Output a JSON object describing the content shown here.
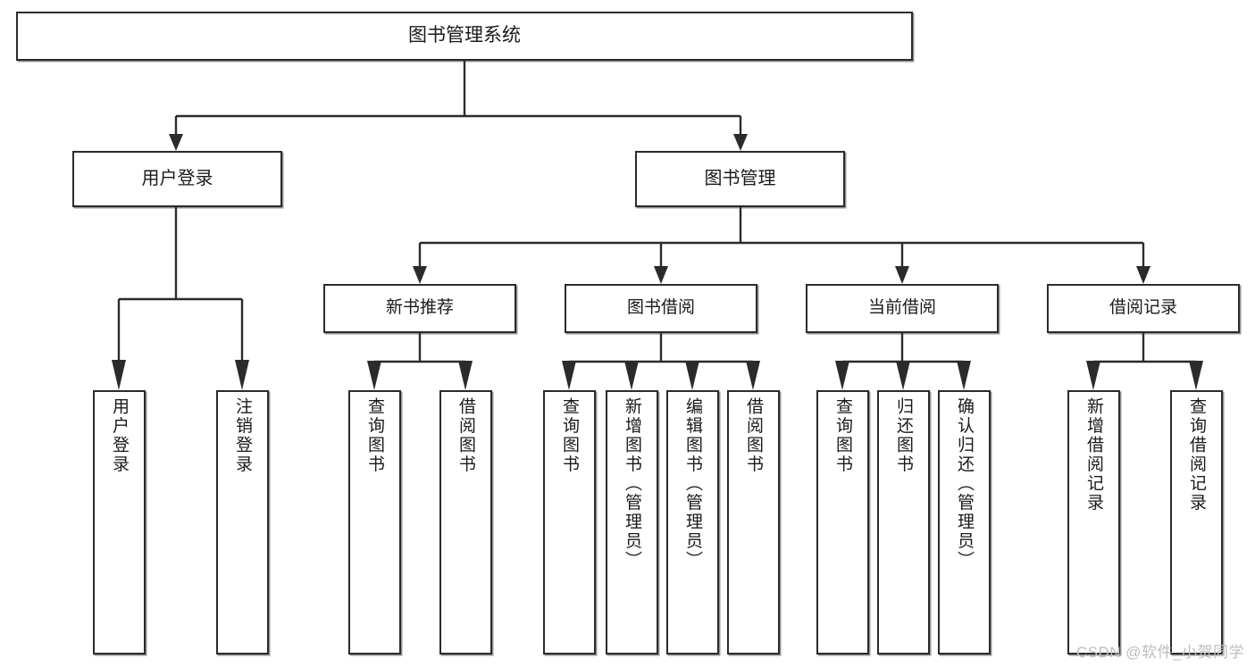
{
  "diagram": {
    "title": "图书管理系统",
    "type": "tree-structure-chart",
    "root": {
      "label": "图书管理系统"
    },
    "level2": [
      {
        "label": "用户登录"
      },
      {
        "label": "图书管理"
      }
    ],
    "level3": [
      {
        "label": "新书推荐"
      },
      {
        "label": "图书借阅"
      },
      {
        "label": "当前借阅"
      },
      {
        "label": "借阅记录"
      }
    ],
    "leaves": {
      "user_login": [
        {
          "label": "用户登录"
        },
        {
          "label": "注销登录"
        }
      ],
      "new_book_recommend": [
        {
          "label": "查询图书"
        },
        {
          "label": "借阅图书"
        }
      ],
      "book_borrow": [
        {
          "label": "查询图书"
        },
        {
          "label": "新增图书（管理员）"
        },
        {
          "label": "编辑图书（管理员）"
        },
        {
          "label": "借阅图书"
        }
      ],
      "current_borrow": [
        {
          "label": "查询图书"
        },
        {
          "label": "归还图书"
        },
        {
          "label": "确认归还（管理员）"
        }
      ],
      "borrow_record": [
        {
          "label": "新增借阅记录"
        },
        {
          "label": "查询借阅记录"
        }
      ]
    }
  },
  "watermark": {
    "text": "CSDN @软件_小贺同学"
  },
  "colors": {
    "line": "#2b2b2b",
    "box_border": "#2b2b2b",
    "box_fill": "#ffffff",
    "text": "#1a1a1a",
    "watermark": "#bdbdbd"
  }
}
